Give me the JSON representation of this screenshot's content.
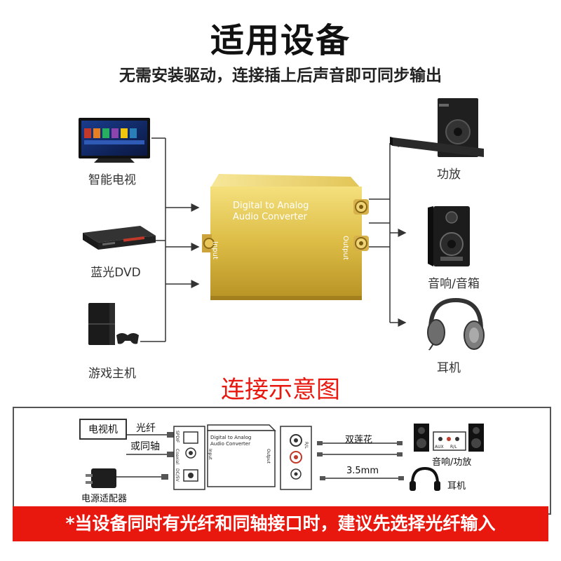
{
  "header": {
    "title": "适用设备",
    "subtitle": "无需安装驱动，连接插上后声音即可同步输出"
  },
  "inputs": {
    "tv_label": "智能电视",
    "dvd_label": "蓝光DVD",
    "console_label": "游戏主机"
  },
  "outputs": {
    "amp_label": "功放",
    "speaker_label": "音响/音箱",
    "headphone_label": "耳机"
  },
  "device": {
    "line1": "Digital to Analog",
    "line2": "Audio Converter",
    "input_text": "Input",
    "output_text": "Output"
  },
  "diagram": {
    "title": "连接示意图",
    "tv_box": "电视机",
    "optical": "光纤",
    "or_coaxial": "或同轴",
    "power_adapter": "电源适配器",
    "rca_cable": "双莲花",
    "jack": "3.5mm",
    "audio_amp": "音响/功放",
    "headphones": "耳机",
    "mini_line1": "Digital to Analog",
    "mini_line2": "Audio Converter",
    "spdif": "SPDIF",
    "coaxial": "Coaxial",
    "dc5v": "DC/5V",
    "rl": "R/L",
    "mini_input": "Input",
    "mini_output": "Output",
    "aux": "AUX",
    "rl_short": "R/L"
  },
  "banner": {
    "note": "*当设备同时有光纤和同轴接口时，建议先选择光纤输入"
  },
  "colors": {
    "accent_red": "#e8180f",
    "gold": "#d9b740",
    "line": "#333333"
  }
}
